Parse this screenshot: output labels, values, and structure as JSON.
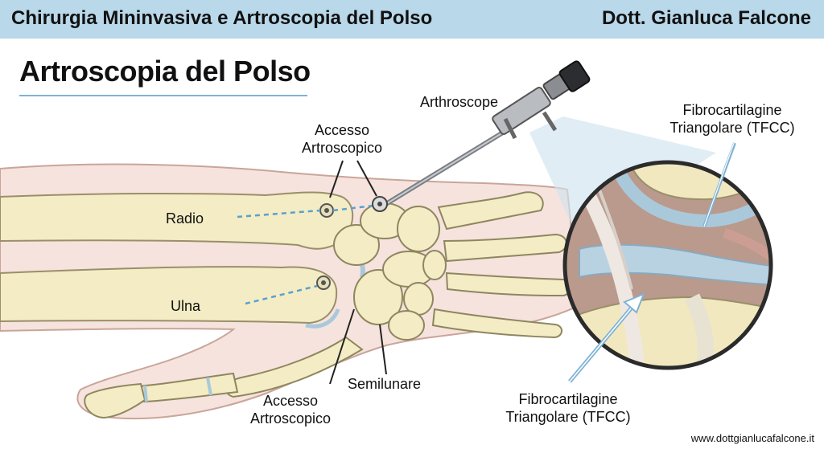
{
  "header": {
    "title": "Chirurgia Mininvasiva e Artroscopia del Polso",
    "author": "Dott. Gianluca Falcone"
  },
  "page_title": "Artroscopia del Polso",
  "labels": {
    "arthroscope": "Arthroscope",
    "accesso_top_line1": "Accesso",
    "accesso_top_line2": "Artroscopico",
    "radio": "Radio",
    "ulna": "Ulna",
    "semilunare": "Semilunare",
    "accesso_bottom_line1": "Accesso",
    "accesso_bottom_line2": "Artroscopico",
    "tfcc_top_line1": "Fibrocartilagine",
    "tfcc_top_line2": "Triangolare (TFCC)",
    "tfcc_bottom_line1": "Fibrocartilagine",
    "tfcc_bottom_line2": "Triangolare (TFCC)"
  },
  "website": "www.dottgianlucafalcone.it",
  "colors": {
    "header_bg": "#b9d8ea",
    "bone": "#f3ecc4",
    "skin": "#f6e3dd",
    "cartilage": "#a9c9db",
    "accent_blue": "#7fb3d5"
  }
}
